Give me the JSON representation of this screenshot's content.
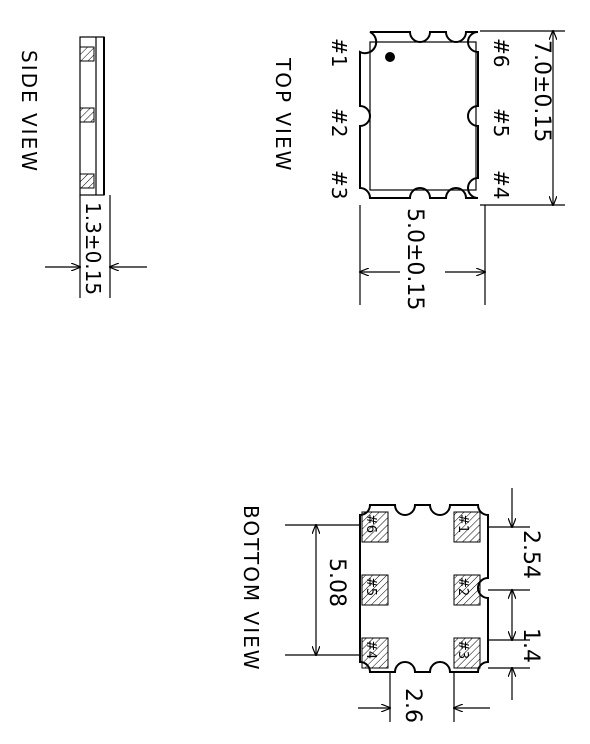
{
  "views": {
    "side": {
      "title": "SIDE VIEW",
      "dim_height": "1.3±0.15"
    },
    "top": {
      "title": "TOP VIEW",
      "dim_length": "7.0±0.15",
      "dim_width": "5.0±0.15",
      "pins": [
        "#1",
        "#2",
        "#3",
        "#4",
        "#5",
        "#6"
      ]
    },
    "bottom": {
      "title": "BOTTOM VIEW",
      "dim_pitch": "2.54",
      "dim_pad_length": "1.4",
      "dim_pad_width": "2.6",
      "dim_row_span": "5.08",
      "pins": [
        "#1",
        "#2",
        "#3",
        "#4",
        "#5",
        "#6"
      ]
    }
  }
}
